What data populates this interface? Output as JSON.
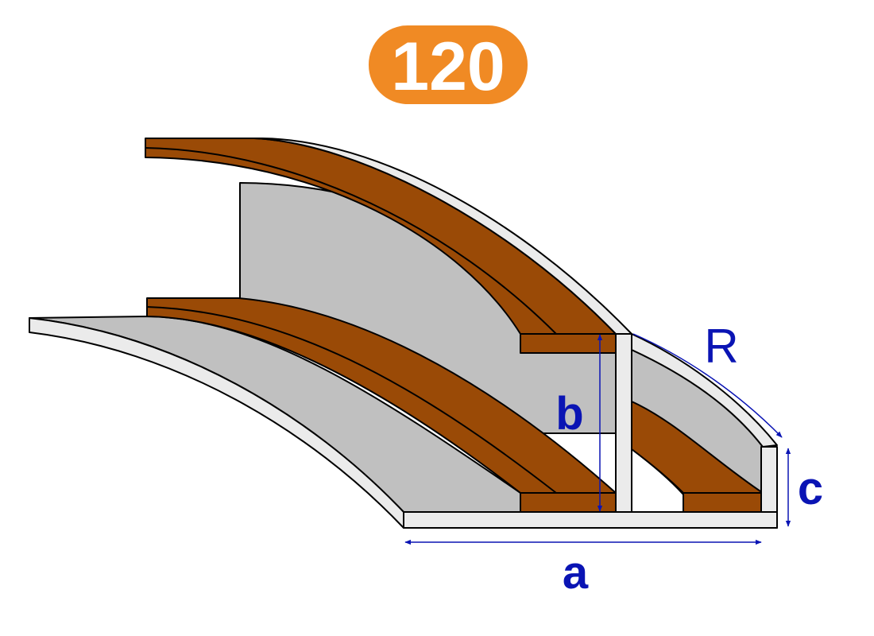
{
  "badge": {
    "text": "120"
  },
  "dimensions": {
    "a": "a",
    "b": "b",
    "c": "c",
    "R": "R"
  },
  "colors": {
    "badge": "#F08A24",
    "wood": "#9A4A06",
    "wood_line": "#5A2A00",
    "metal_face": "#C0C0C0",
    "metal_edge": "#EBEBEB",
    "outline": "#000000",
    "dimension": "#0A14B4"
  },
  "icons": {
    "profile": "curved-aluminium-double-track-profile",
    "arrow": "double-headed-dimension-arrow"
  }
}
